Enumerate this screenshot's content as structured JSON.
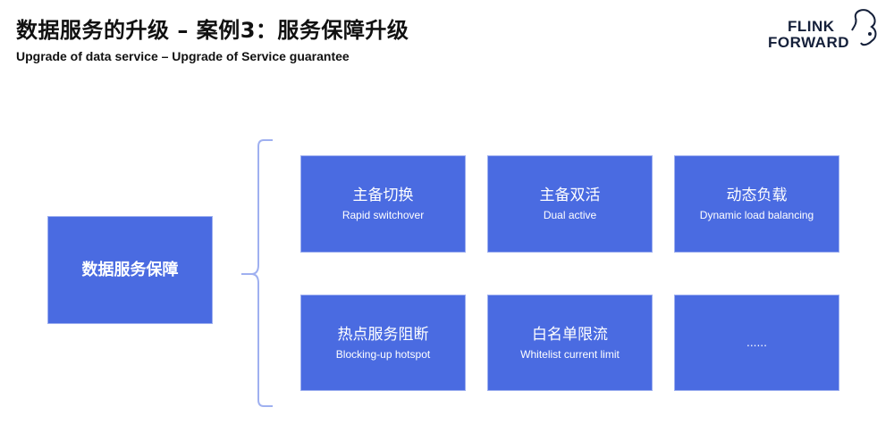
{
  "header": {
    "title": "数据服务的升级 – 案例3：服务保障升级",
    "subtitle": "Upgrade of data service – Upgrade of Service guarantee"
  },
  "logo": {
    "line1": "FLINK",
    "line2": "FORWARD",
    "icon": "squirrel-icon"
  },
  "main_node": {
    "label": "数据服务保障"
  },
  "colors": {
    "box_fill": "#4a6be1",
    "bracket": "#9fb0f0",
    "text": "#111111"
  },
  "items": [
    {
      "zh": "主备切换",
      "en": "Rapid switchover"
    },
    {
      "zh": "主备双活",
      "en": "Dual active"
    },
    {
      "zh": "动态负载",
      "en": "Dynamic load balancing"
    },
    {
      "zh": "热点服务阻断",
      "en": "Blocking-up hotspot"
    },
    {
      "zh": "白名单限流",
      "en": "Whitelist current limit"
    },
    {
      "zh": "......",
      "en": ""
    }
  ]
}
